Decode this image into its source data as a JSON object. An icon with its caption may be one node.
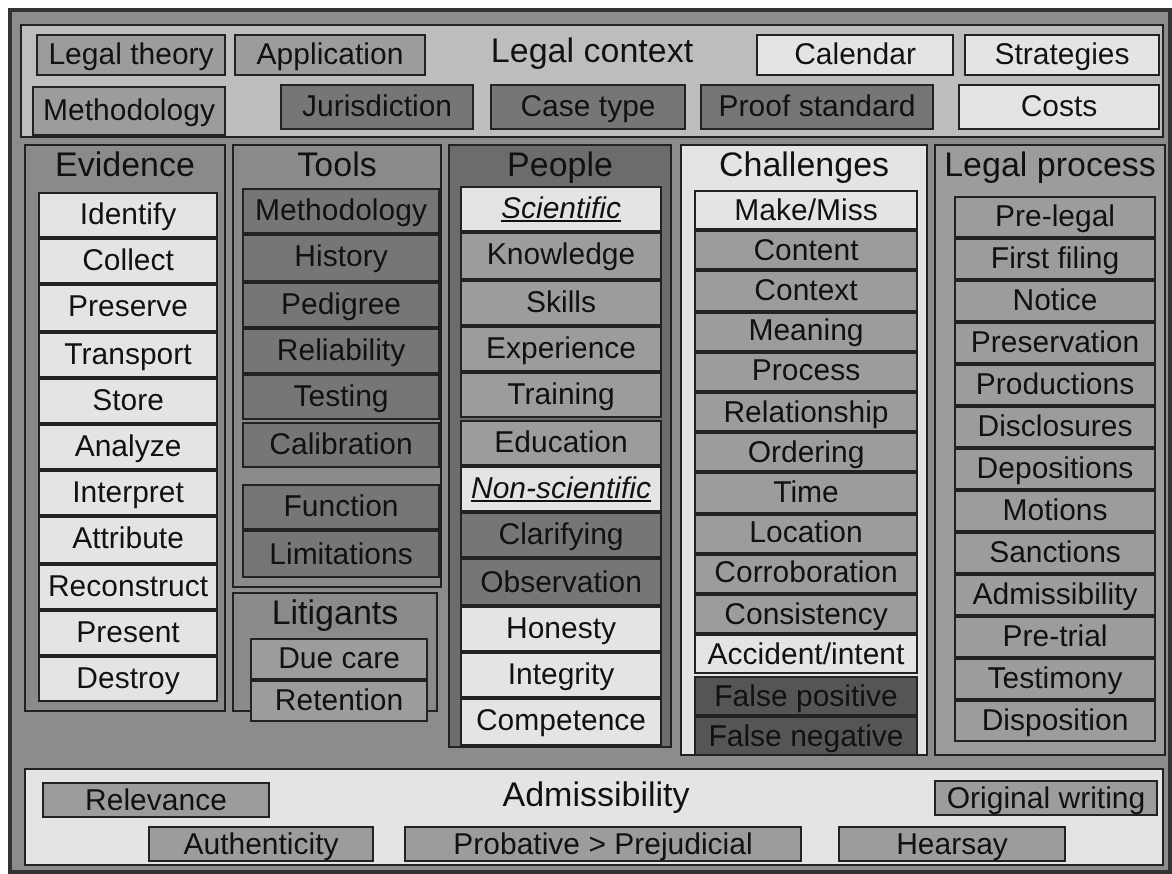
{
  "diagram": {
    "nodes": [
      {
        "text": [
          "Legal context"
        ]
      },
      {
        "text": [
          "Legal theory"
        ],
        "in": 0
      },
      {
        "text": [
          "Application"
        ],
        "in": 0
      },
      {
        "text": [
          "Calendar"
        ],
        "in": 0
      },
      {
        "text": [
          "Strategies"
        ],
        "in": 0
      },
      {
        "text": [
          "Methodology"
        ],
        "in": 0
      },
      {
        "text": [
          "Jurisdiction"
        ],
        "in": 0
      },
      {
        "text": [
          "Case type"
        ],
        "in": 0
      },
      {
        "text": [
          "Proof standard"
        ],
        "in": 0
      },
      {
        "text": [
          "Costs"
        ],
        "in": 0
      },
      {
        "text": [
          "Evidence"
        ]
      },
      {
        "text": [
          "Identify"
        ],
        "in": 10
      },
      {
        "text": [
          "Collect"
        ],
        "in": 10
      },
      {
        "text": [
          "Preserve"
        ],
        "in": 10
      },
      {
        "text": [
          "Transport"
        ],
        "in": 10
      },
      {
        "text": [
          "Store"
        ],
        "in": 10
      },
      {
        "text": [
          "Analyze"
        ],
        "in": 10
      },
      {
        "text": [
          "Interpret"
        ],
        "in": 10
      },
      {
        "text": [
          "Attribute"
        ],
        "in": 10
      },
      {
        "text": [
          "Reconstruct"
        ],
        "in": 10
      },
      {
        "text": [
          "Present"
        ],
        "in": 10
      },
      {
        "text": [
          "Destroy"
        ],
        "in": 10
      },
      {
        "text": [
          "Tools"
        ]
      },
      {
        "text": [
          "Methodology"
        ],
        "in": 22
      },
      {
        "text": [
          "History"
        ],
        "in": 22
      },
      {
        "text": [
          "Pedigree"
        ],
        "in": 22
      },
      {
        "text": [
          "Reliability"
        ],
        "in": 22
      },
      {
        "text": [
          "Testing"
        ],
        "in": 22
      },
      {
        "text": [
          "Calibration"
        ],
        "in": 22
      },
      {
        "text": [
          "Function"
        ],
        "in": 22
      },
      {
        "text": [
          "Limitations"
        ],
        "in": 22
      },
      {
        "text": [
          "Litigants"
        ]
      },
      {
        "text": [
          "Due care"
        ],
        "in": 31
      },
      {
        "text": [
          "Retention"
        ],
        "in": 31
      },
      {
        "text": [
          "People"
        ]
      },
      {
        "text": [
          "Scientific"
        ],
        "in": 34
      },
      {
        "text": [
          "Knowledge"
        ],
        "in": 34
      },
      {
        "text": [
          "Skills"
        ],
        "in": 34
      },
      {
        "text": [
          "Experience"
        ],
        "in": 34
      },
      {
        "text": [
          "Training"
        ],
        "in": 34
      },
      {
        "text": [
          "Education"
        ],
        "in": 34
      },
      {
        "text": [
          "Non-scientific"
        ],
        "in": 34
      },
      {
        "text": [
          "Clarifying"
        ],
        "in": 34
      },
      {
        "text": [
          "Observation"
        ],
        "in": 34
      },
      {
        "text": [
          "Honesty"
        ],
        "in": 34
      },
      {
        "text": [
          "Integrity"
        ],
        "in": 34
      },
      {
        "text": [
          "Competence"
        ],
        "in": 34
      },
      {
        "text": [
          "Challenges"
        ]
      },
      {
        "text": [
          "Make/Miss"
        ],
        "in": 47
      },
      {
        "text": [
          "Content"
        ],
        "in": 47
      },
      {
        "text": [
          "Context"
        ],
        "in": 47
      },
      {
        "text": [
          "Meaning"
        ],
        "in": 47
      },
      {
        "text": [
          "Process"
        ],
        "in": 47
      },
      {
        "text": [
          "Relationship"
        ],
        "in": 47
      },
      {
        "text": [
          "Ordering"
        ],
        "in": 47
      },
      {
        "text": [
          "Time"
        ],
        "in": 47
      },
      {
        "text": [
          "Location"
        ],
        "in": 47
      },
      {
        "text": [
          "Corroboration"
        ],
        "in": 47
      },
      {
        "text": [
          "Consistency"
        ],
        "in": 47
      },
      {
        "text": [
          "Accident/intent"
        ],
        "in": 47
      },
      {
        "text": [
          "False positive"
        ],
        "in": 47
      },
      {
        "text": [
          "False negative"
        ],
        "in": 47
      },
      {
        "text": [
          "Legal process"
        ]
      },
      {
        "text": [
          "Pre-legal"
        ],
        "in": 62
      },
      {
        "text": [
          "First filing"
        ],
        "in": 62
      },
      {
        "text": [
          "Notice"
        ],
        "in": 62
      },
      {
        "text": [
          "Preservation"
        ],
        "in": 62
      },
      {
        "text": [
          "Productions"
        ],
        "in": 62
      },
      {
        "text": [
          "Disclosures"
        ],
        "in": 62
      },
      {
        "text": [
          "Depositions"
        ],
        "in": 62
      },
      {
        "text": [
          "Motions"
        ],
        "in": 62
      },
      {
        "text": [
          "Sanctions"
        ],
        "in": 62
      },
      {
        "text": [
          "Admissibility"
        ],
        "in": 62
      },
      {
        "text": [
          "Pre-trial"
        ],
        "in": 62
      },
      {
        "text": [
          "Testimony"
        ],
        "in": 62
      },
      {
        "text": [
          "Disposition"
        ],
        "in": 62
      },
      {
        "text": [
          "Admissibility"
        ]
      },
      {
        "text": [
          "Relevance"
        ],
        "in": 76
      },
      {
        "text": [
          "Original writing"
        ],
        "in": 76
      },
      {
        "text": [
          "Authenticity"
        ],
        "in": 76
      },
      {
        "text": [
          "Probative > Prejudicial"
        ],
        "in": 76
      },
      {
        "text": [
          "Hearsay"
        ],
        "in": 76
      }
    ],
    "edges": []
  }
}
